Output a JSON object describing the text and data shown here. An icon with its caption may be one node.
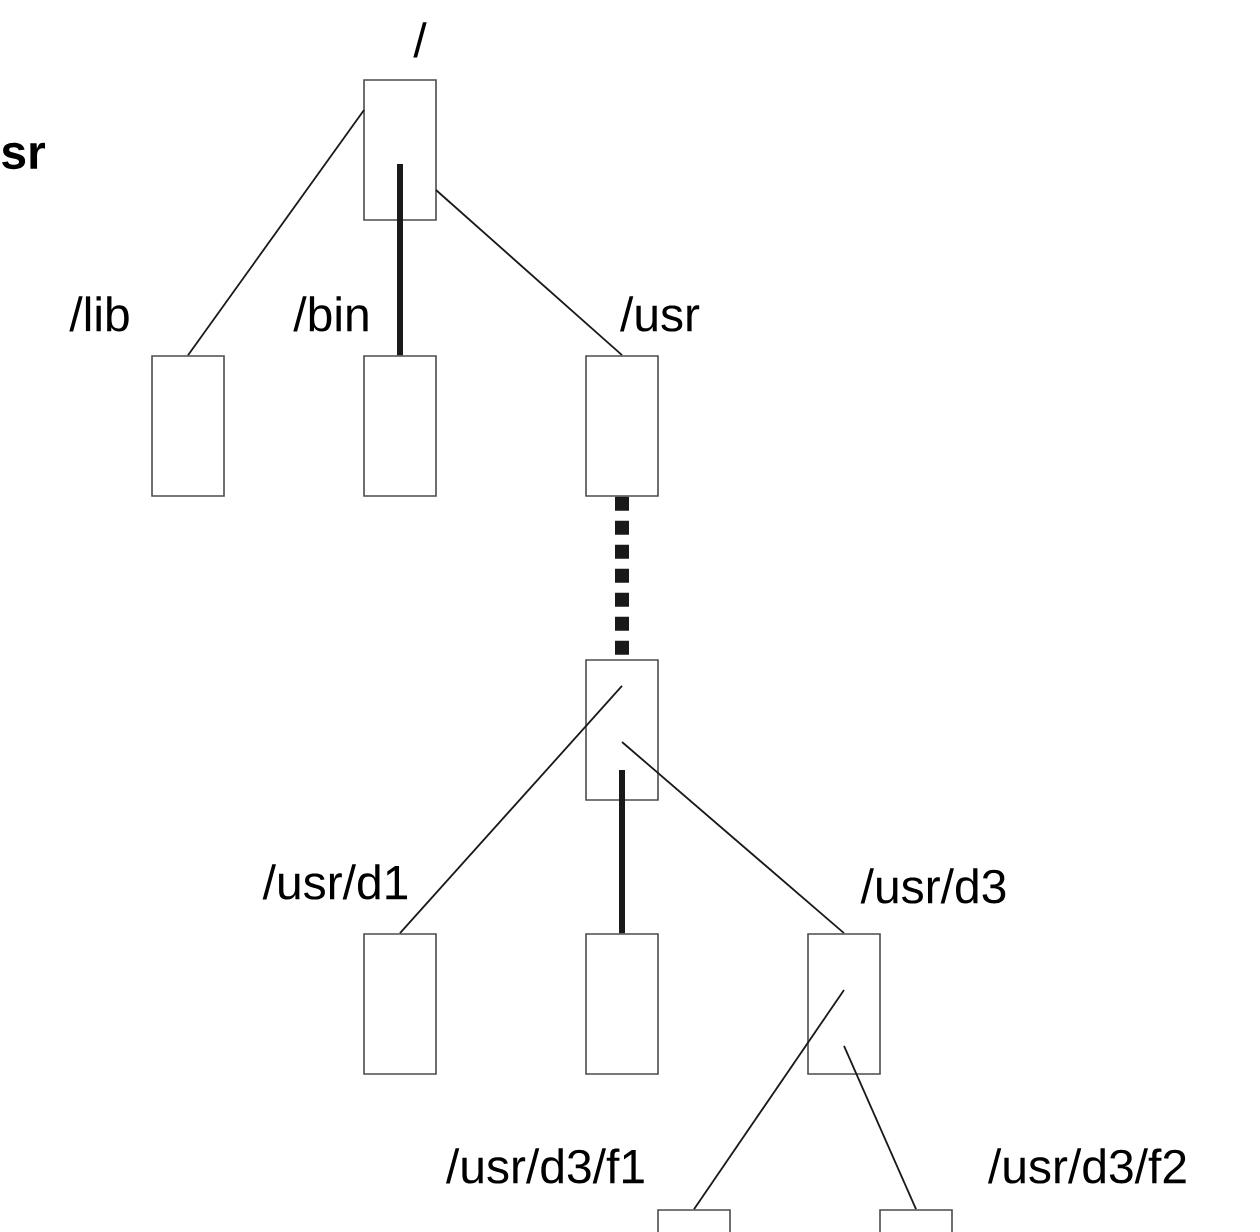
{
  "diagram": {
    "nodes": [
      {
        "text": [
          "/"
        ]
      },
      {
        "text": [
          "/lib"
        ]
      },
      {
        "text": [
          "/bin"
        ]
      },
      {
        "text": [
          "/usr"
        ]
      },
      {
        "text": [],
        "shape": "box"
      },
      {
        "text": [
          "/usr/d1"
        ]
      },
      {
        "text": [],
        "shape": "box"
      },
      {
        "text": [
          "/usr/d3"
        ]
      },
      {
        "text": [
          "/usr/d3/f1"
        ]
      },
      {
        "text": [
          "/usr/d3/f2"
        ]
      }
    ],
    "edges": [
      {
        "from": 0,
        "to": 1,
        "arrow": "none"
      },
      {
        "from": 0,
        "to": 2,
        "arrow": "none",
        "style": "thick"
      },
      {
        "from": 0,
        "to": 3,
        "arrow": "none"
      },
      {
        "from": 3,
        "to": 4,
        "arrow": "none",
        "style": "dashed"
      },
      {
        "from": 4,
        "to": 5,
        "arrow": "none"
      },
      {
        "from": 4,
        "to": 6,
        "arrow": "none",
        "style": "thick"
      },
      {
        "from": 4,
        "to": 7,
        "arrow": "none"
      },
      {
        "from": 7,
        "to": 8,
        "arrow": "none"
      },
      {
        "from": 7,
        "to": 9,
        "arrow": "none"
      }
    ],
    "labels": [
      "**sr**"
    ]
  }
}
